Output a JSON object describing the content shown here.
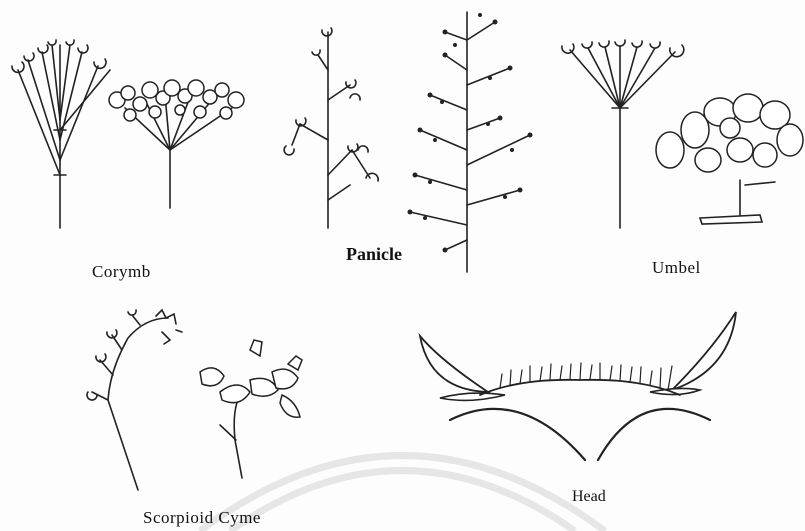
{
  "labels": {
    "corymb": "Corymb",
    "panicle": "Panicle",
    "umbel": "Umbel",
    "scorpioid_cyme": "Scorpioid Cyme",
    "head": "Head"
  }
}
